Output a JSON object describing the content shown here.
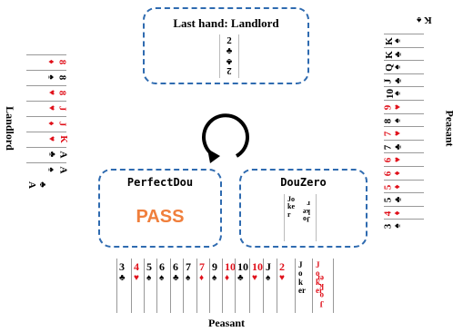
{
  "last_hand": {
    "title": "Last hand: Landlord",
    "card_rank": "2",
    "card_suit": "♣"
  },
  "players": {
    "left": {
      "label": "Landlord"
    },
    "right": {
      "label": "Peasant"
    },
    "bottom": {
      "label": "Peasant"
    }
  },
  "agents": {
    "left": {
      "name": "PerfectDou",
      "action": "PASS",
      "action_color": "#f07f3c"
    },
    "right": {
      "name": "DouZero",
      "card_text": "Joker",
      "card_text_rev": "Joker"
    }
  },
  "bottom_hand": [
    {
      "rank": "3",
      "suit": "♣",
      "color": "black"
    },
    {
      "rank": "4",
      "suit": "♥",
      "color": "red"
    },
    {
      "rank": "5",
      "suit": "♠",
      "color": "black"
    },
    {
      "rank": "6",
      "suit": "♠",
      "color": "black"
    },
    {
      "rank": "6",
      "suit": "♣",
      "color": "black"
    },
    {
      "rank": "7",
      "suit": "♠",
      "color": "black"
    },
    {
      "rank": "7",
      "suit": "♦",
      "color": "red"
    },
    {
      "rank": "9",
      "suit": "♠",
      "color": "black"
    },
    {
      "rank": "10",
      "suit": "♦",
      "color": "red"
    },
    {
      "rank": "10",
      "suit": "♣",
      "color": "black"
    },
    {
      "rank": "10",
      "suit": "♥",
      "color": "red"
    },
    {
      "rank": "J",
      "suit": "♠",
      "color": "black"
    },
    {
      "rank": "2",
      "suit": "♥",
      "color": "red"
    },
    {
      "joker": "Joker",
      "color": "black"
    },
    {
      "joker": "Joker",
      "color": "red",
      "big": true
    }
  ],
  "left_hand": [
    {
      "rank": "8",
      "suit": "♦",
      "color": "red"
    },
    {
      "rank": "8",
      "suit": "♠",
      "color": "black"
    },
    {
      "rank": "8",
      "suit": "♥",
      "color": "red"
    },
    {
      "rank": "J",
      "suit": "♥",
      "color": "red"
    },
    {
      "rank": "J",
      "suit": "♦",
      "color": "red"
    },
    {
      "rank": "K",
      "suit": "♥",
      "color": "red"
    },
    {
      "rank": "A",
      "suit": "♣",
      "color": "black"
    },
    {
      "rank": "A",
      "suit": "♠",
      "color": "black"
    }
  ],
  "left_extra": {
    "rank": "A",
    "suit": "♣"
  },
  "right_hand": [
    {
      "rank": "K",
      "suit": "♠",
      "color": "black"
    },
    {
      "rank": "K",
      "suit": "♣",
      "color": "black"
    },
    {
      "rank": "Q",
      "suit": "♠",
      "color": "black"
    },
    {
      "rank": "J",
      "suit": "♣",
      "color": "black"
    },
    {
      "rank": "10",
      "suit": "♠",
      "color": "black"
    },
    {
      "rank": "9",
      "suit": "♥",
      "color": "red"
    },
    {
      "rank": "8",
      "suit": "♠",
      "color": "black"
    },
    {
      "rank": "7",
      "suit": "♥",
      "color": "red"
    },
    {
      "rank": "7",
      "suit": "♣",
      "color": "black"
    },
    {
      "rank": "6",
      "suit": "♥",
      "color": "red"
    },
    {
      "rank": "6",
      "suit": "♦",
      "color": "red"
    },
    {
      "rank": "5",
      "suit": "♦",
      "color": "red"
    },
    {
      "rank": "5",
      "suit": "♣",
      "color": "black"
    },
    {
      "rank": "4",
      "suit": "♦",
      "color": "red"
    },
    {
      "rank": "3",
      "suit": "♠",
      "color": "black"
    }
  ],
  "right_extra": {
    "rank": "K",
    "suit": "♠"
  }
}
